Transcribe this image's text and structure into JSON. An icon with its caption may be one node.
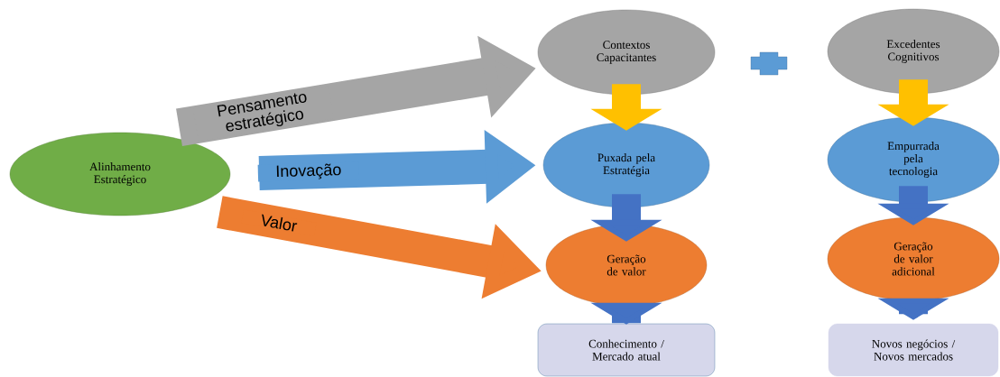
{
  "diagram": {
    "nodes": [
      {
        "text": [
          "Alinhamento Estratégico"
        ]
      },
      {
        "text": [
          "Contextos Capacitantes"
        ]
      },
      {
        "text": [
          "Excedentes Cognitivos"
        ]
      },
      {
        "text": [
          "Puxada pela Estratégia"
        ]
      },
      {
        "text": [
          "Empurrada pela tecnologia"
        ]
      },
      {
        "text": [
          "Geração de valor"
        ]
      },
      {
        "text": [
          "Geração de valor adicional"
        ]
      },
      {
        "text": [
          "Conhecimento / Mercado atual"
        ]
      },
      {
        "text": [
          "Novos negócios / Novos mercados"
        ]
      }
    ],
    "edges": [
      {
        "from": 0,
        "to": 1,
        "arrow": "to",
        "label": "Pensamento estratégico",
        "color": "#a5a5a5"
      },
      {
        "from": 0,
        "to": 3,
        "arrow": "to",
        "label": "Inovação",
        "color": "#5b9bd5"
      },
      {
        "from": 0,
        "to": 5,
        "arrow": "to",
        "label": "Valor",
        "color": "#ed7d31"
      },
      {
        "from": 1,
        "to": 3,
        "arrow": "to",
        "color": "#ffc000"
      },
      {
        "from": 3,
        "to": 5,
        "arrow": "to",
        "color": "#4472c4"
      },
      {
        "from": 5,
        "to": 7,
        "arrow": "to",
        "color": "#4472c4"
      },
      {
        "from": 2,
        "to": 4,
        "arrow": "to",
        "color": "#ffc000"
      },
      {
        "from": 4,
        "to": 6,
        "arrow": "to",
        "color": "#4472c4"
      },
      {
        "from": 6,
        "to": 8,
        "arrow": "to",
        "color": "#4472c4"
      }
    ]
  }
}
